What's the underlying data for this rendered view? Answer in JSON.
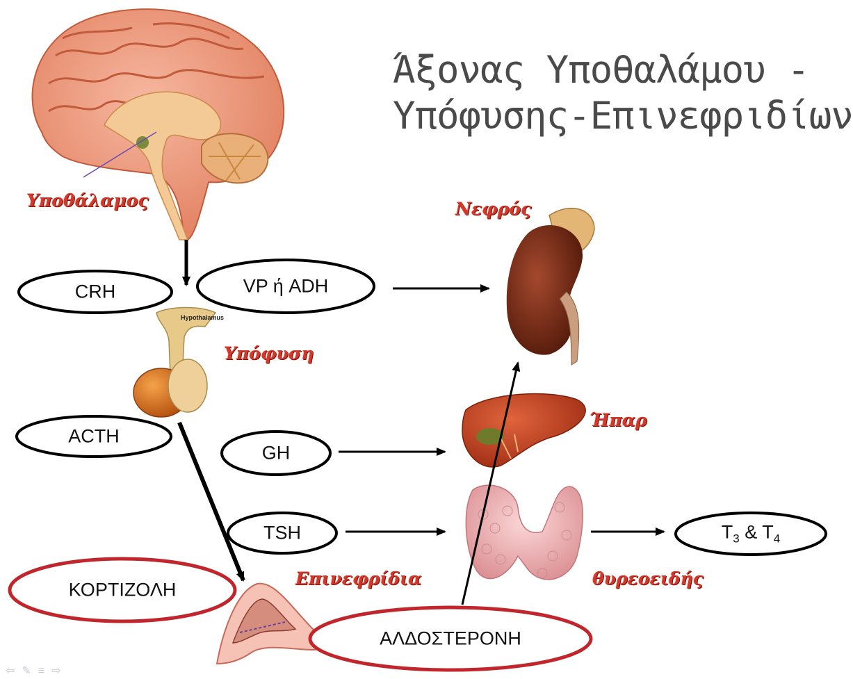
{
  "title": {
    "line1": "Άξονας Υποθαλάμου -",
    "line2": "Υπόφυσης-Επινεφριδίων"
  },
  "labels": {
    "hypothalamus": "Υποθάλαμος",
    "kidney": "Νεφρός",
    "pituitary": "Υπόφυση",
    "liver": "Ήπαρ",
    "adrenal": "Επινεφρίδια",
    "thyroid": "θυρεοειδής",
    "pituitary_inset": "Hypothalamus"
  },
  "hormones": {
    "crh": "CRH",
    "vp_adh": "VP ή ADH",
    "acth": "ACTH",
    "gh": "GH",
    "tsh": "TSH",
    "t3_t4": {
      "t": "T",
      "sub3": "3",
      "amp": " & T",
      "sub4": "4"
    },
    "cortisol": "ΚΟΡΤΙΖΟΛΗ",
    "aldosterone": "ΑΛΔΟΣΤΕΡΟΝΗ"
  },
  "colors": {
    "label_red": "#d0392b",
    "oval_red": "#c0262c",
    "oval_black": "#000000",
    "title_gray": "#4a4a4a"
  },
  "nav_icons": [
    "prev-arrow-icon",
    "pen-icon",
    "menu-icon",
    "next-arrow-icon"
  ]
}
